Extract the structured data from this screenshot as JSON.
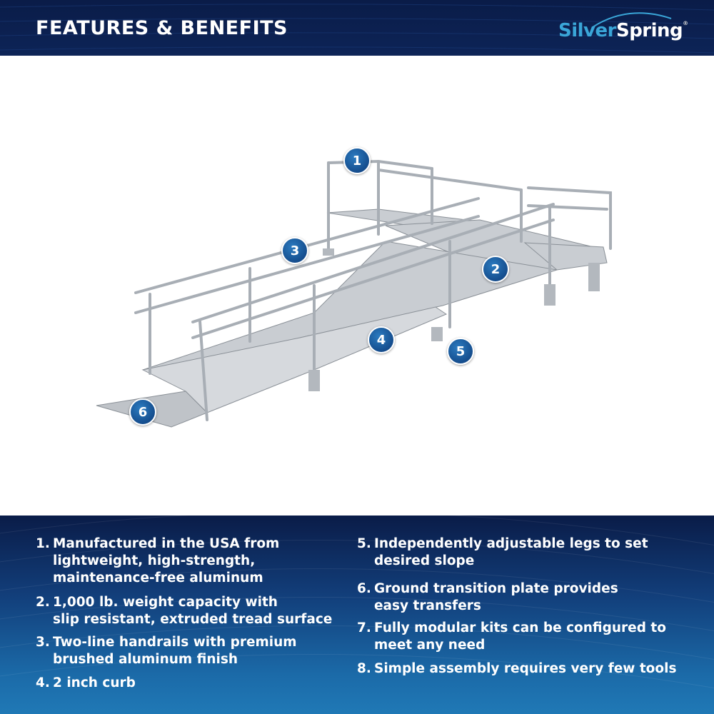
{
  "header": {
    "title": "FEATURES & BENEFITS",
    "logo": {
      "part1": "Silver",
      "part2": "Spring",
      "mark": "®"
    }
  },
  "callouts": [
    "1",
    "2",
    "3",
    "4",
    "5",
    "6"
  ],
  "features": [
    {
      "num": "1.",
      "text": "Manufactured in the USA from\nlightweight, high-strength,\nmaintenance-free aluminum"
    },
    {
      "num": "2.",
      "text": "1,000 lb. weight capacity with\nslip resistant, extruded tread surface"
    },
    {
      "num": "3.",
      "text": "Two-line handrails with premium\nbrushed aluminum finish"
    },
    {
      "num": "4.",
      "text": "2 inch curb"
    },
    {
      "num": "5.",
      "text": "Independently adjustable legs to set\ndesired slope"
    },
    {
      "num": "6.",
      "text": "Ground transition plate provides\neasy transfers"
    },
    {
      "num": "7.",
      "text": "Fully modular kits can be configured to\nmeet any need"
    },
    {
      "num": "8.",
      "text": "Simple assembly requires very few tools"
    }
  ],
  "colors": {
    "navy": "#0a1c48",
    "blue": "#2079b6",
    "logo_accent": "#3aa6d8"
  }
}
